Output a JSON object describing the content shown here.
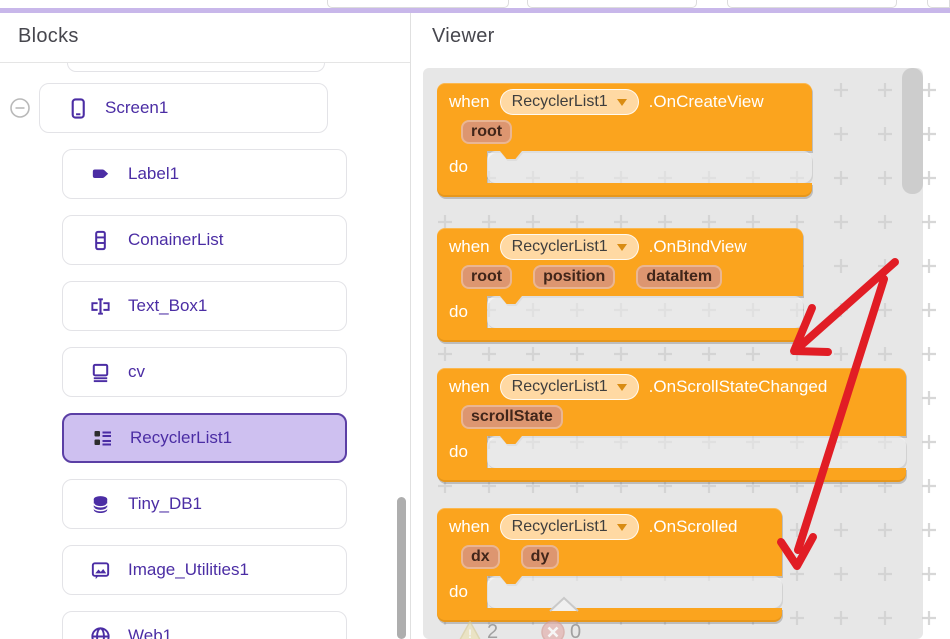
{
  "theme": {
    "purple": "#4b2da4",
    "purple-border": "#5b3fa5",
    "purple-selected": "#cec0f0",
    "orange": "#fba41e",
    "pill-bg": "#ffd9a3",
    "chip-bg": "#dd9670",
    "chip-text": "#41261a",
    "canvas": "#e7e7e7",
    "red": "#e11d25",
    "lavender": "#c8b7ea"
  },
  "panels": {
    "blocks_header": "Blocks",
    "viewer_header": "Viewer"
  },
  "sidebar": {
    "items": [
      {
        "label": "Screen1",
        "icon": "phone-icon",
        "selected": false
      },
      {
        "label": "Label1",
        "icon": "label-tag-icon",
        "selected": false
      },
      {
        "label": "ConainerList",
        "icon": "container-list-icon",
        "selected": false
      },
      {
        "label": "Text_Box1",
        "icon": "textbox-icon",
        "selected": false
      },
      {
        "label": "cv",
        "icon": "canvas-icon",
        "selected": false
      },
      {
        "label": "RecyclerList1",
        "icon": "recycler-list-icon",
        "selected": true
      },
      {
        "label": "Tiny_DB1",
        "icon": "database-icon",
        "selected": false
      },
      {
        "label": "Image_Utilities1",
        "icon": "image-utilities-icon",
        "selected": false
      },
      {
        "label": "Web1",
        "icon": "globe-icon",
        "selected": false
      }
    ]
  },
  "viewer": {
    "labels": {
      "when": "when",
      "do": "do"
    },
    "blocks": [
      {
        "component": "RecyclerList1",
        "event": ".OnCreateView",
        "params": [
          "root"
        ]
      },
      {
        "component": "RecyclerList1",
        "event": ".OnBindView",
        "params": [
          "root",
          "position",
          "dataItem"
        ]
      },
      {
        "component": "RecyclerList1",
        "event": ".OnScrollStateChanged",
        "params": [
          "scrollState"
        ]
      },
      {
        "component": "RecyclerList1",
        "event": ".OnScrolled",
        "params": [
          "dx",
          "dy"
        ]
      }
    ],
    "status": {
      "warnings": "2",
      "errors": "0"
    }
  }
}
